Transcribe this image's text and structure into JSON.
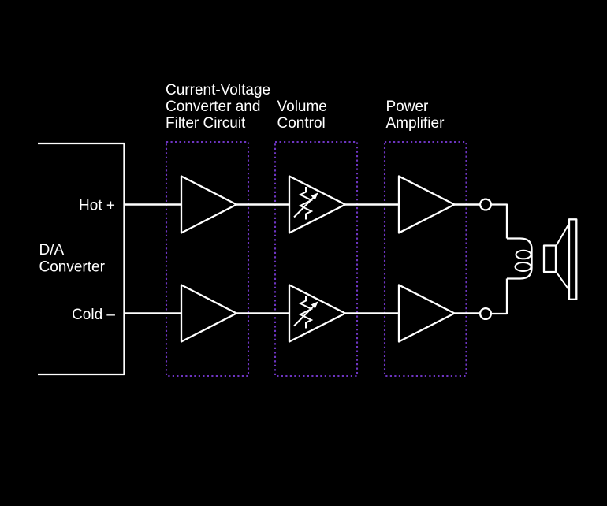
{
  "colors": {
    "background": "#000000",
    "stroke": "#FFFFFF",
    "text": "#FFFFFF",
    "dashed_box": "#6E35C2"
  },
  "da_converter": {
    "label_lines": [
      "D/A",
      "Converter"
    ],
    "output_hot": "Hot +",
    "output_cold": "Cold –"
  },
  "stages": [
    {
      "title_lines": [
        "Current-Voltage",
        "Converter and",
        "Filter Circuit"
      ]
    },
    {
      "title_lines": [
        "Volume",
        "Control"
      ]
    },
    {
      "title_lines": [
        "Power",
        "Amplifier"
      ]
    }
  ]
}
